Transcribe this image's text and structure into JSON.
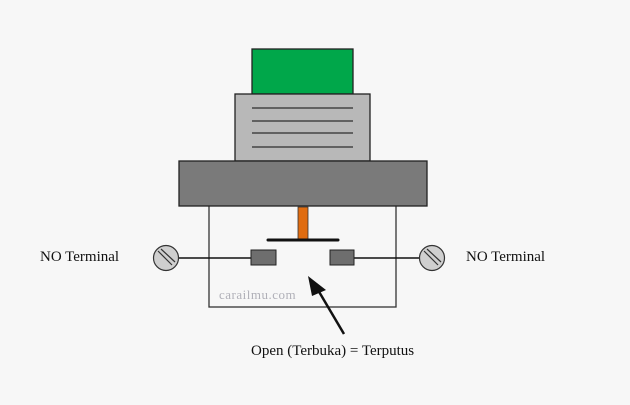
{
  "labels": {
    "left_terminal": "NO Terminal",
    "right_terminal": "NO Terminal",
    "caption": "Open (Terbuka) = Terputus",
    "watermark": "carailmu.com"
  },
  "colors": {
    "button": "#00a74a",
    "body": "#b8b8b8",
    "base": "#7a7a7a",
    "stem": "#e06c10",
    "contact": "#6e6e6e",
    "screw": "#cfcfcf"
  }
}
